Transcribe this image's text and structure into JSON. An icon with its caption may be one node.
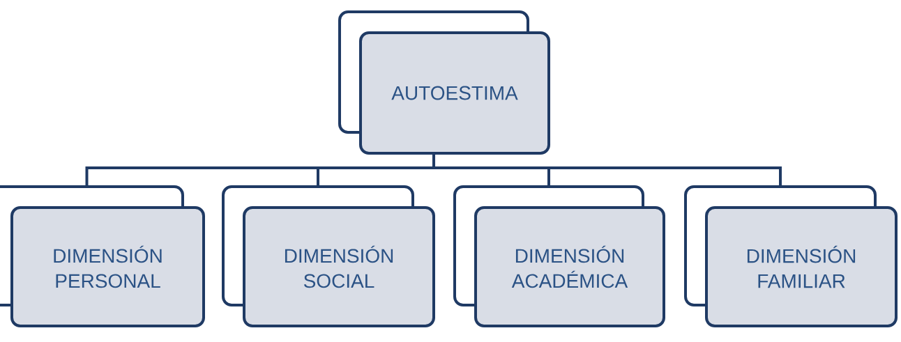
{
  "diagram": {
    "nodes": [
      {
        "text": [
          "AUTOESTIMA"
        ]
      },
      {
        "text": [
          "DIMENSIÓN PERSONAL"
        ]
      },
      {
        "text": [
          "DIMENSIÓN SOCIAL"
        ]
      },
      {
        "text": [
          "DIMENSIÓN ACADÉMICA"
        ]
      },
      {
        "text": [
          "DIMENSIÓN FAMILIAR"
        ]
      }
    ],
    "edges": [
      {
        "from": 0,
        "to": 1,
        "arrow": "none"
      },
      {
        "from": 0,
        "to": 2,
        "arrow": "none"
      },
      {
        "from": 0,
        "to": 3,
        "arrow": "none"
      },
      {
        "from": 0,
        "to": 4,
        "arrow": "none"
      }
    ]
  }
}
